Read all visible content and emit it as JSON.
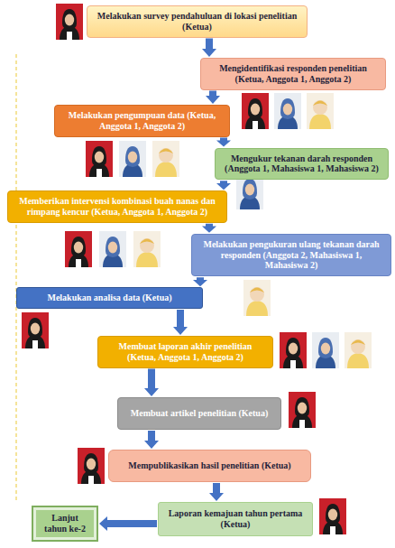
{
  "diagram": {
    "nodes": [
      {
        "text": [
          "Melakukan survey pendahuluan di lokasi penelitian (Ketua)"
        ]
      },
      {
        "text": [
          "Mengidentifikasi responden penelitian (Ketua, Anggota 1, Anggota 2)"
        ]
      },
      {
        "text": [
          "Melakukan pengumpuan data (Ketua, Anggota 1, Anggota 2)"
        ]
      },
      {
        "text": [
          "Mengukur tekanan darah responden (Anggota 1, Mahasiswa 1, Mahasiswa 2)"
        ]
      },
      {
        "text": [
          "Memberikan intervensi kombinasi buah nanas dan rimpang kencur (Ketua, Anggota 1, Anggota 2)"
        ]
      },
      {
        "text": [
          "Melakukan pengukuran ulang tekanan darah responden (Anggota 2, Mahasiswa 1, Mahasiswa 2)"
        ]
      },
      {
        "text": [
          "Melakukan analisa data (Ketua)"
        ]
      },
      {
        "text": [
          "Membuat laporan akhir penelitian (Ketua, Anggota 1, Anggota 2)"
        ]
      },
      {
        "text": [
          "Membuat artikel penelitian (Ketua)"
        ]
      },
      {
        "text": [
          "Mempublikasikan hasil penelitian (Ketua)"
        ]
      },
      {
        "text": [
          "Laporan kemajuan tahun pertama (Ketua)"
        ]
      },
      {
        "text": [
          "Lanjut tahun ke-2"
        ]
      }
    ],
    "edges": [
      {
        "from": 0,
        "to": 1,
        "arrow": "to"
      },
      {
        "from": 1,
        "to": 2,
        "arrow": "to"
      },
      {
        "from": 2,
        "to": 3,
        "arrow": "to"
      },
      {
        "from": 3,
        "to": 4,
        "arrow": "to"
      },
      {
        "from": 4,
        "to": 5,
        "arrow": "to"
      },
      {
        "from": 5,
        "to": 6,
        "arrow": "to"
      },
      {
        "from": 6,
        "to": 7,
        "arrow": "to"
      },
      {
        "from": 7,
        "to": 8,
        "arrow": "to"
      },
      {
        "from": 8,
        "to": 9,
        "arrow": "to"
      },
      {
        "from": 9,
        "to": 10,
        "arrow": "to"
      },
      {
        "from": 10,
        "to": 11,
        "arrow": "to"
      }
    ]
  }
}
